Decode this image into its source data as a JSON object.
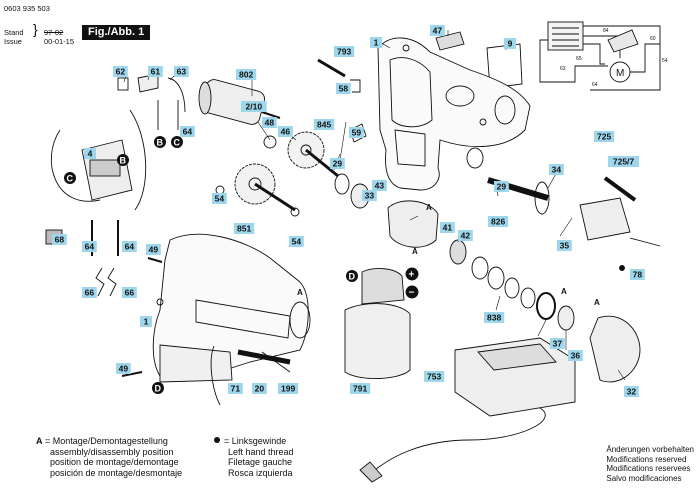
{
  "header": {
    "doc_number": "0603 935 503",
    "stand_label": "Stand",
    "issue_label": "Issue",
    "stand_struck": "97-02",
    "issue_date": "00-01-15",
    "figure_label": "Fig./Abb. 1"
  },
  "parts": [
    {
      "id": "p1a",
      "number": "1"
    },
    {
      "id": "p1b",
      "number": "1"
    },
    {
      "id": "p4",
      "number": "4"
    },
    {
      "id": "p9",
      "number": "9"
    },
    {
      "id": "p20",
      "number": "20"
    },
    {
      "id": "p29a",
      "number": "29"
    },
    {
      "id": "p29b",
      "number": "29"
    },
    {
      "id": "p32",
      "number": "32"
    },
    {
      "id": "p33",
      "number": "33"
    },
    {
      "id": "p34",
      "number": "34"
    },
    {
      "id": "p35",
      "number": "35"
    },
    {
      "id": "p36",
      "number": "36"
    },
    {
      "id": "p37",
      "number": "37"
    },
    {
      "id": "p41",
      "number": "41"
    },
    {
      "id": "p42",
      "number": "42"
    },
    {
      "id": "p43",
      "number": "43"
    },
    {
      "id": "p46",
      "number": "46"
    },
    {
      "id": "p47",
      "number": "47"
    },
    {
      "id": "p48",
      "number": "48"
    },
    {
      "id": "p49a",
      "number": "49"
    },
    {
      "id": "p49b",
      "number": "49"
    },
    {
      "id": "p54a",
      "number": "54"
    },
    {
      "id": "p54b",
      "number": "54"
    },
    {
      "id": "p58",
      "number": "58"
    },
    {
      "id": "p59",
      "number": "59"
    },
    {
      "id": "p61",
      "number": "61"
    },
    {
      "id": "p62",
      "number": "62"
    },
    {
      "id": "p63",
      "number": "63"
    },
    {
      "id": "p64a",
      "number": "64"
    },
    {
      "id": "p64b",
      "number": "64"
    },
    {
      "id": "p64c",
      "number": "64"
    },
    {
      "id": "p66a",
      "number": "66"
    },
    {
      "id": "p66b",
      "number": "66"
    },
    {
      "id": "p68",
      "number": "68"
    },
    {
      "id": "p71",
      "number": "71"
    },
    {
      "id": "p78",
      "number": "78"
    },
    {
      "id": "p199",
      "number": "199"
    },
    {
      "id": "p210",
      "number": "2/10"
    },
    {
      "id": "p725",
      "number": "725"
    },
    {
      "id": "p7257",
      "number": "725/7"
    },
    {
      "id": "p753",
      "number": "753"
    },
    {
      "id": "p791",
      "number": "791"
    },
    {
      "id": "p793",
      "number": "793"
    },
    {
      "id": "p802",
      "number": "802"
    },
    {
      "id": "p826",
      "number": "826"
    },
    {
      "id": "p838",
      "number": "838"
    },
    {
      "id": "p845",
      "number": "845"
    },
    {
      "id": "p851",
      "number": "851"
    }
  ],
  "markers": {
    "A": "A",
    "B": "B",
    "C": "C",
    "D": "D",
    "plus": "+",
    "minus": "−"
  },
  "schematic": {
    "wire_labels": [
      "84",
      "54",
      "64",
      "63",
      "65",
      "60"
    ],
    "motor_symbol": "M"
  },
  "legend": {
    "a_key": "A",
    "a_lines": [
      "= Montage/Demontagestellung",
      "assembly/disassembly position",
      "position de montage/demontage",
      "posición de montage/desmontaje"
    ],
    "dot_lines": [
      "= Linksgewinde",
      "Left hand thread",
      "Filetage gauche",
      "Rosca izquierda"
    ]
  },
  "notes": [
    "Änderungen vorbehalten",
    "Modifications reserved",
    "Modifications reservees",
    "Salvo modificaciones"
  ]
}
